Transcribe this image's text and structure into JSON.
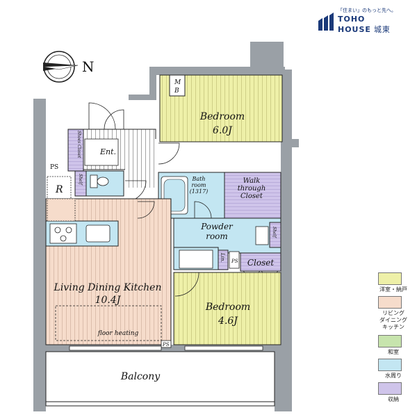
{
  "brand": {
    "tagline": "「住まい」のもっと先へ。",
    "name_line1": "TOHO",
    "name_line2": "HOUSE",
    "name_kanji": "城東"
  },
  "compass": {
    "north_label": "N"
  },
  "rooms": {
    "bedroom_top": {
      "name": "Bedroom",
      "size": "6.0J"
    },
    "bedroom_bottom": {
      "name": "Bedroom",
      "size": "4.6J"
    },
    "ldk": {
      "name": "Living Dining Kitchen",
      "size": "10.4J",
      "note": "floor heating"
    },
    "walk_through": {
      "line1": "Walk",
      "line2": "through",
      "line3": "Closet"
    },
    "powder": {
      "line1": "Powder",
      "line2": "room"
    },
    "bath": {
      "line1": "Bath",
      "line2": "room",
      "line3": "(1317)"
    },
    "closet": "Closet",
    "balcony": "Balcony",
    "entrance": "Ent.",
    "shoes_closet": "Shoes Closet",
    "shelf_left": "Shelf",
    "shelf_right": "Shelf",
    "linen": "Lin.",
    "refrigerator": "R",
    "ps_top": "PS",
    "ps_bottom": "PS",
    "ps_small": "PS",
    "mb_m": "M",
    "mb_b": "B"
  },
  "legend": [
    {
      "label": "洋室・納戸",
      "color": "#eef0a8"
    },
    {
      "label": "リビング\nダイニング\nキッチン",
      "color": "#f6dccb"
    },
    {
      "label": "和室",
      "color": "#c7e4ad"
    },
    {
      "label": "水周り",
      "color": "#c3e6f2"
    },
    {
      "label": "収納",
      "color": "#cfc4ea"
    }
  ],
  "colors": {
    "bedroom": "#eef0a8",
    "ldk": "#f6dccb",
    "water": "#c3e6f2",
    "storage": "#cfc4ea",
    "wall": "#9aa0a6",
    "brand": "#1b3a7a"
  }
}
